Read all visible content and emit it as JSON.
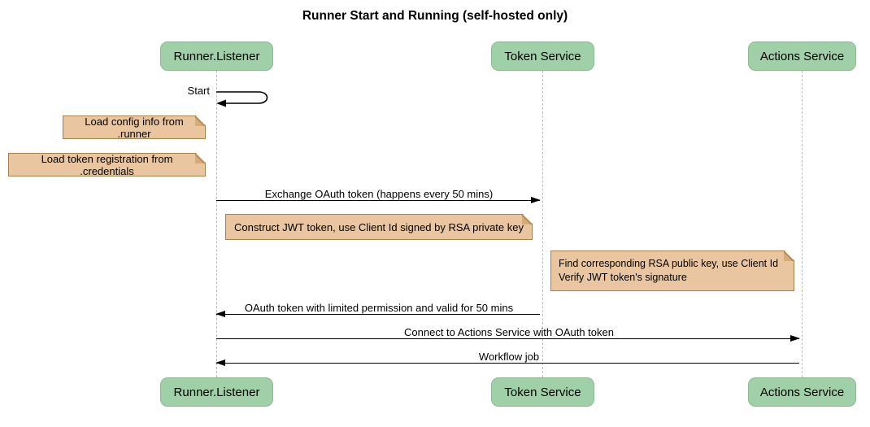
{
  "title": "Runner Start and Running (self-hosted only)",
  "diagram_type": "sequence",
  "participants": [
    {
      "label": "Runner.Listener"
    },
    {
      "label": "Token Service"
    },
    {
      "label": "Actions Service"
    }
  ],
  "messages": [
    {
      "label": "Start",
      "from": "Runner.Listener",
      "to": "Runner.Listener",
      "style": "self"
    },
    {
      "label": "Exchange OAuth token (happens every 50 mins)",
      "from": "Runner.Listener",
      "to": "Token Service",
      "style": "solid-arrow"
    },
    {
      "label": "OAuth token with limited permission and valid for 50 mins",
      "from": "Token Service",
      "to": "Runner.Listener",
      "style": "solid-arrow"
    },
    {
      "label": "Connect to Actions Service with OAuth token",
      "from": "Runner.Listener",
      "to": "Actions Service",
      "style": "solid-arrow"
    },
    {
      "label": "Workflow job",
      "from": "Actions Service",
      "to": "Runner.Listener",
      "style": "solid-arrow"
    }
  ],
  "notes": [
    {
      "text": "Load config info from .runner",
      "position": "left of Runner.Listener"
    },
    {
      "text": "Load token registration from .credentials",
      "position": "left of Runner.Listener"
    },
    {
      "text": "Construct JWT token, use Client Id signed by RSA private key",
      "position": "between Runner.Listener and Token Service"
    },
    {
      "lines": [
        "Find corresponding RSA public key, use Client Id",
        "Verify JWT token's signature"
      ],
      "position": "left of Actions Service"
    }
  ],
  "colors": {
    "participant_fill": "#a0d0a8",
    "participant_border": "#8fb996",
    "note_fill": "#e9c6a0",
    "note_border": "#a8824e",
    "lifeline": "#bcbcbc",
    "arrow": "#000000",
    "background": "#ffffff"
  }
}
